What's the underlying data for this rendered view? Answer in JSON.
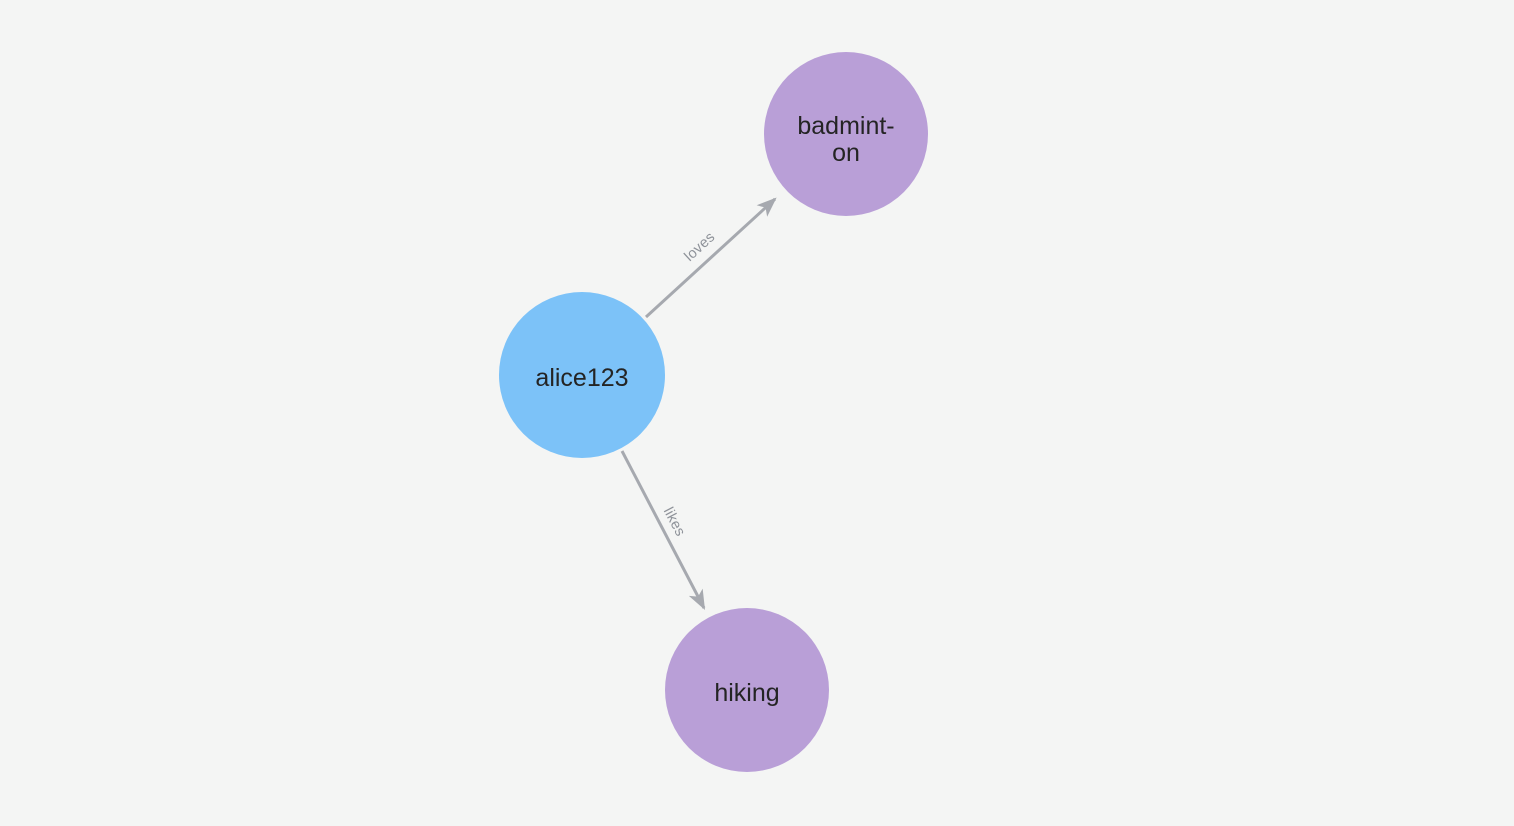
{
  "canvas": {
    "background": "#f4f5f4"
  },
  "colors": {
    "person_node": "#7cc2f8",
    "interest_node": "#b99fd7",
    "edge": "#a6a9af",
    "edge_label": "#8e9299",
    "node_label": "#242424"
  },
  "graph": {
    "nodes": [
      {
        "id": "alice123",
        "caption": "alice123",
        "kind": "person"
      },
      {
        "id": "badminton",
        "caption_line1": "badmint-",
        "caption_line2": "on",
        "kind": "interest"
      },
      {
        "id": "hiking",
        "caption": "hiking",
        "kind": "interest"
      }
    ],
    "relationships": [
      {
        "type": "loves",
        "from": "alice123",
        "to": "badminton"
      },
      {
        "type": "likes",
        "from": "alice123",
        "to": "hiking"
      }
    ]
  }
}
